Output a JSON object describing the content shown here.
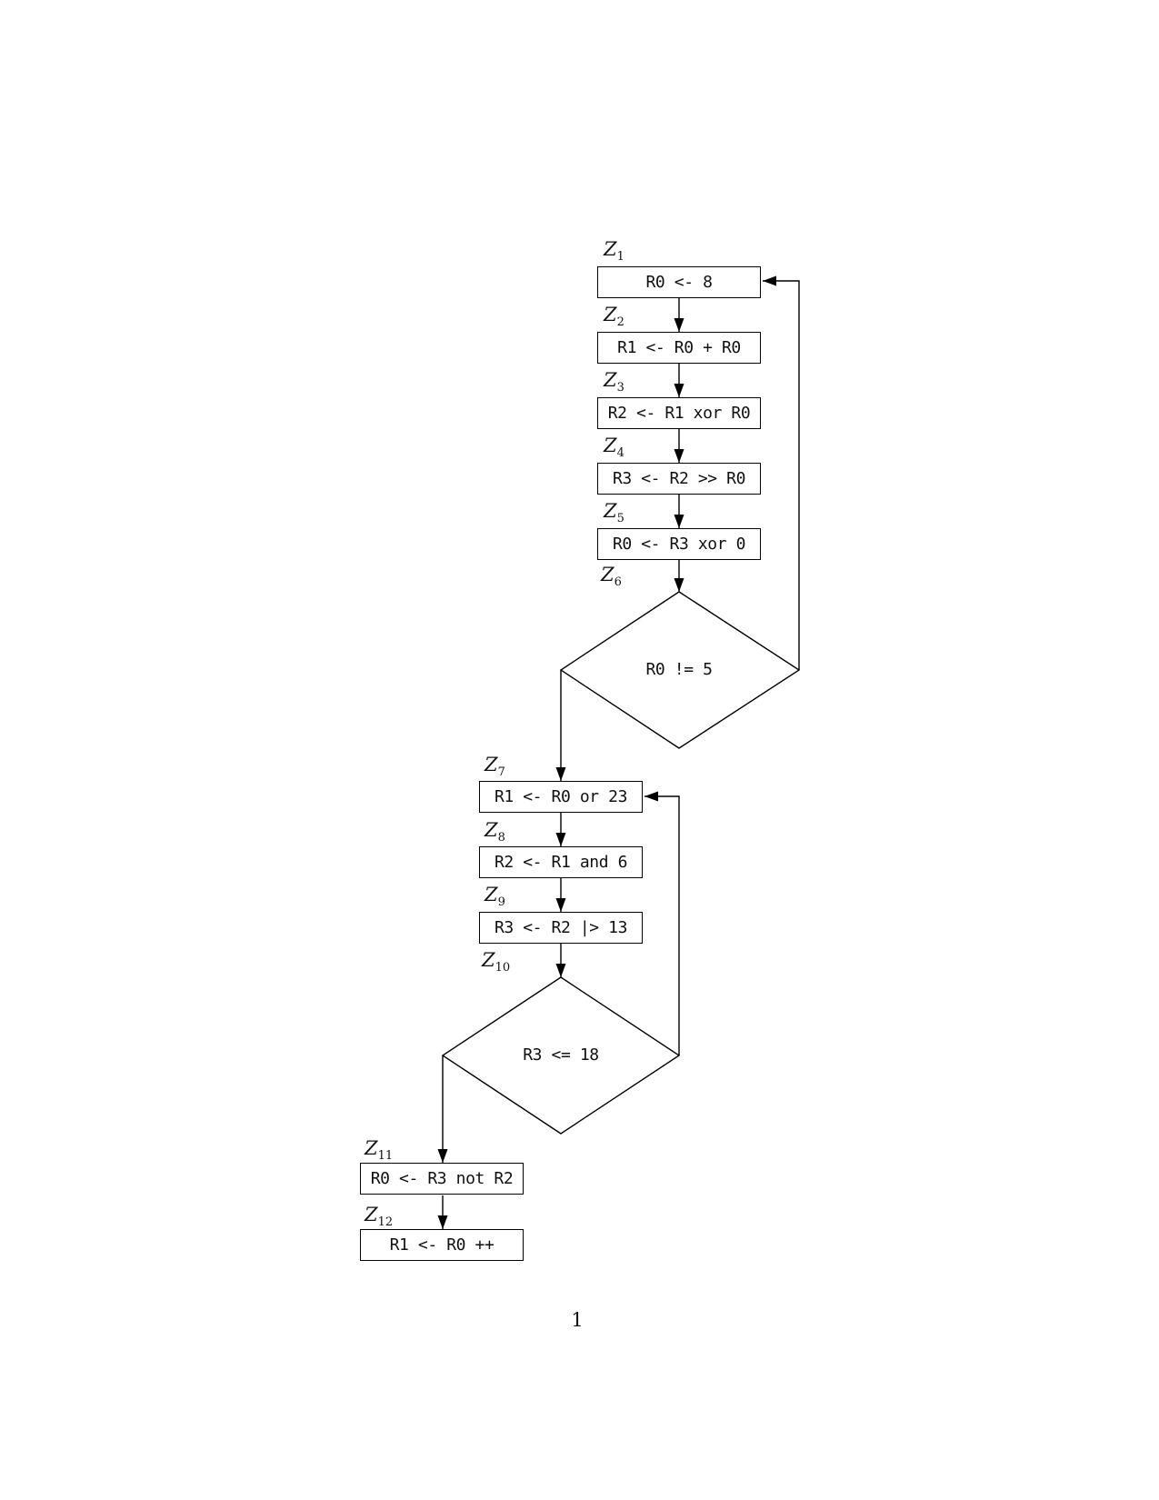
{
  "page": {
    "number": "1"
  },
  "diagram": {
    "title": "register-machine control flow graph",
    "colors": {
      "line": "#000000",
      "node_fill": "#ffffff",
      "background": "#ffffff"
    },
    "nodes": [
      {
        "id": "Z1",
        "label": {
          "base": "Z",
          "sub": "1"
        },
        "kind": "process",
        "text": "R0 <- 8"
      },
      {
        "id": "Z2",
        "label": {
          "base": "Z",
          "sub": "2"
        },
        "kind": "process",
        "text": "R1 <- R0 + R0"
      },
      {
        "id": "Z3",
        "label": {
          "base": "Z",
          "sub": "3"
        },
        "kind": "process",
        "text": "R2 <- R1 xor R0"
      },
      {
        "id": "Z4",
        "label": {
          "base": "Z",
          "sub": "4"
        },
        "kind": "process",
        "text": "R3 <- R2 >> R0"
      },
      {
        "id": "Z5",
        "label": {
          "base": "Z",
          "sub": "5"
        },
        "kind": "process",
        "text": "R0 <- R3 xor 0"
      },
      {
        "id": "Z6",
        "label": {
          "base": "Z",
          "sub": "6"
        },
        "kind": "decision",
        "text": "R0 != 5"
      },
      {
        "id": "Z7",
        "label": {
          "base": "Z",
          "sub": "7"
        },
        "kind": "process",
        "text": "R1 <- R0 or 23"
      },
      {
        "id": "Z8",
        "label": {
          "base": "Z",
          "sub": "8"
        },
        "kind": "process",
        "text": "R2 <- R1 and 6"
      },
      {
        "id": "Z9",
        "label": {
          "base": "Z",
          "sub": "9"
        },
        "kind": "process",
        "text": "R3 <- R2 |> 13"
      },
      {
        "id": "Z10",
        "label": {
          "base": "Z",
          "sub": "10"
        },
        "kind": "decision",
        "text": "R3 <= 18"
      },
      {
        "id": "Z11",
        "label": {
          "base": "Z",
          "sub": "11"
        },
        "kind": "process",
        "text": "R0 <- R3 not R2"
      },
      {
        "id": "Z12",
        "label": {
          "base": "Z",
          "sub": "12"
        },
        "kind": "process",
        "text": "R1 <- R0 ++"
      }
    ],
    "edges": [
      {
        "from": "Z1",
        "to": "Z2",
        "kind": "sequence"
      },
      {
        "from": "Z2",
        "to": "Z3",
        "kind": "sequence"
      },
      {
        "from": "Z3",
        "to": "Z4",
        "kind": "sequence"
      },
      {
        "from": "Z4",
        "to": "Z5",
        "kind": "sequence"
      },
      {
        "from": "Z5",
        "to": "Z6",
        "kind": "sequence"
      },
      {
        "from": "Z6",
        "to": "Z1",
        "kind": "loop-back"
      },
      {
        "from": "Z6",
        "to": "Z7",
        "kind": "exit-branch"
      },
      {
        "from": "Z7",
        "to": "Z8",
        "kind": "sequence"
      },
      {
        "from": "Z8",
        "to": "Z9",
        "kind": "sequence"
      },
      {
        "from": "Z9",
        "to": "Z10",
        "kind": "sequence"
      },
      {
        "from": "Z10",
        "to": "Z7",
        "kind": "loop-back"
      },
      {
        "from": "Z10",
        "to": "Z11",
        "kind": "exit-branch"
      },
      {
        "from": "Z11",
        "to": "Z12",
        "kind": "sequence"
      }
    ]
  }
}
